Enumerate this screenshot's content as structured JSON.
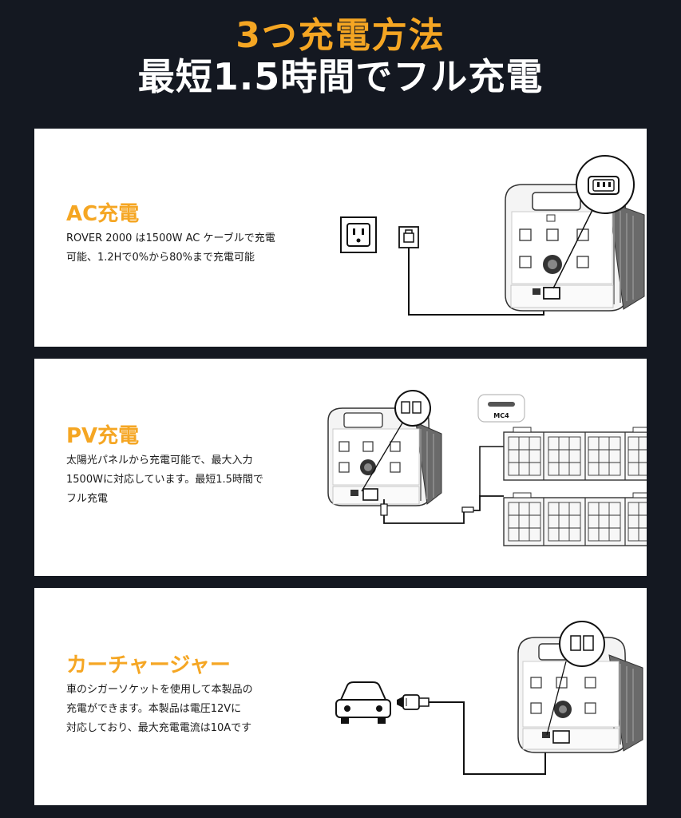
{
  "header": {
    "line1": "3つ充電方法",
    "line2": "最短1.5時間でフル充電"
  },
  "sections": [
    {
      "title": "AC充電",
      "description": "ROVER 2000 は1500W AC ケーブルで充電\n可能、1.2Hで0%から80%まで充電可能"
    },
    {
      "title": "PV充電",
      "description": "太陽光パネルから充電可能で、最大入力\n1500Wに対応しています。最短1.5時間で\nフル充電",
      "mc4_label": "MC4"
    },
    {
      "title": "カーチャージャー",
      "description": "車のシガーソケットを使用して本製品の\n充電ができます。本製品は電圧12Vに\n対応しており、最大充電電流は10Aです"
    }
  ],
  "colors": {
    "background": "#141821",
    "accent": "#F5A623",
    "card": "#ffffff",
    "text": "#1a1a1a"
  }
}
